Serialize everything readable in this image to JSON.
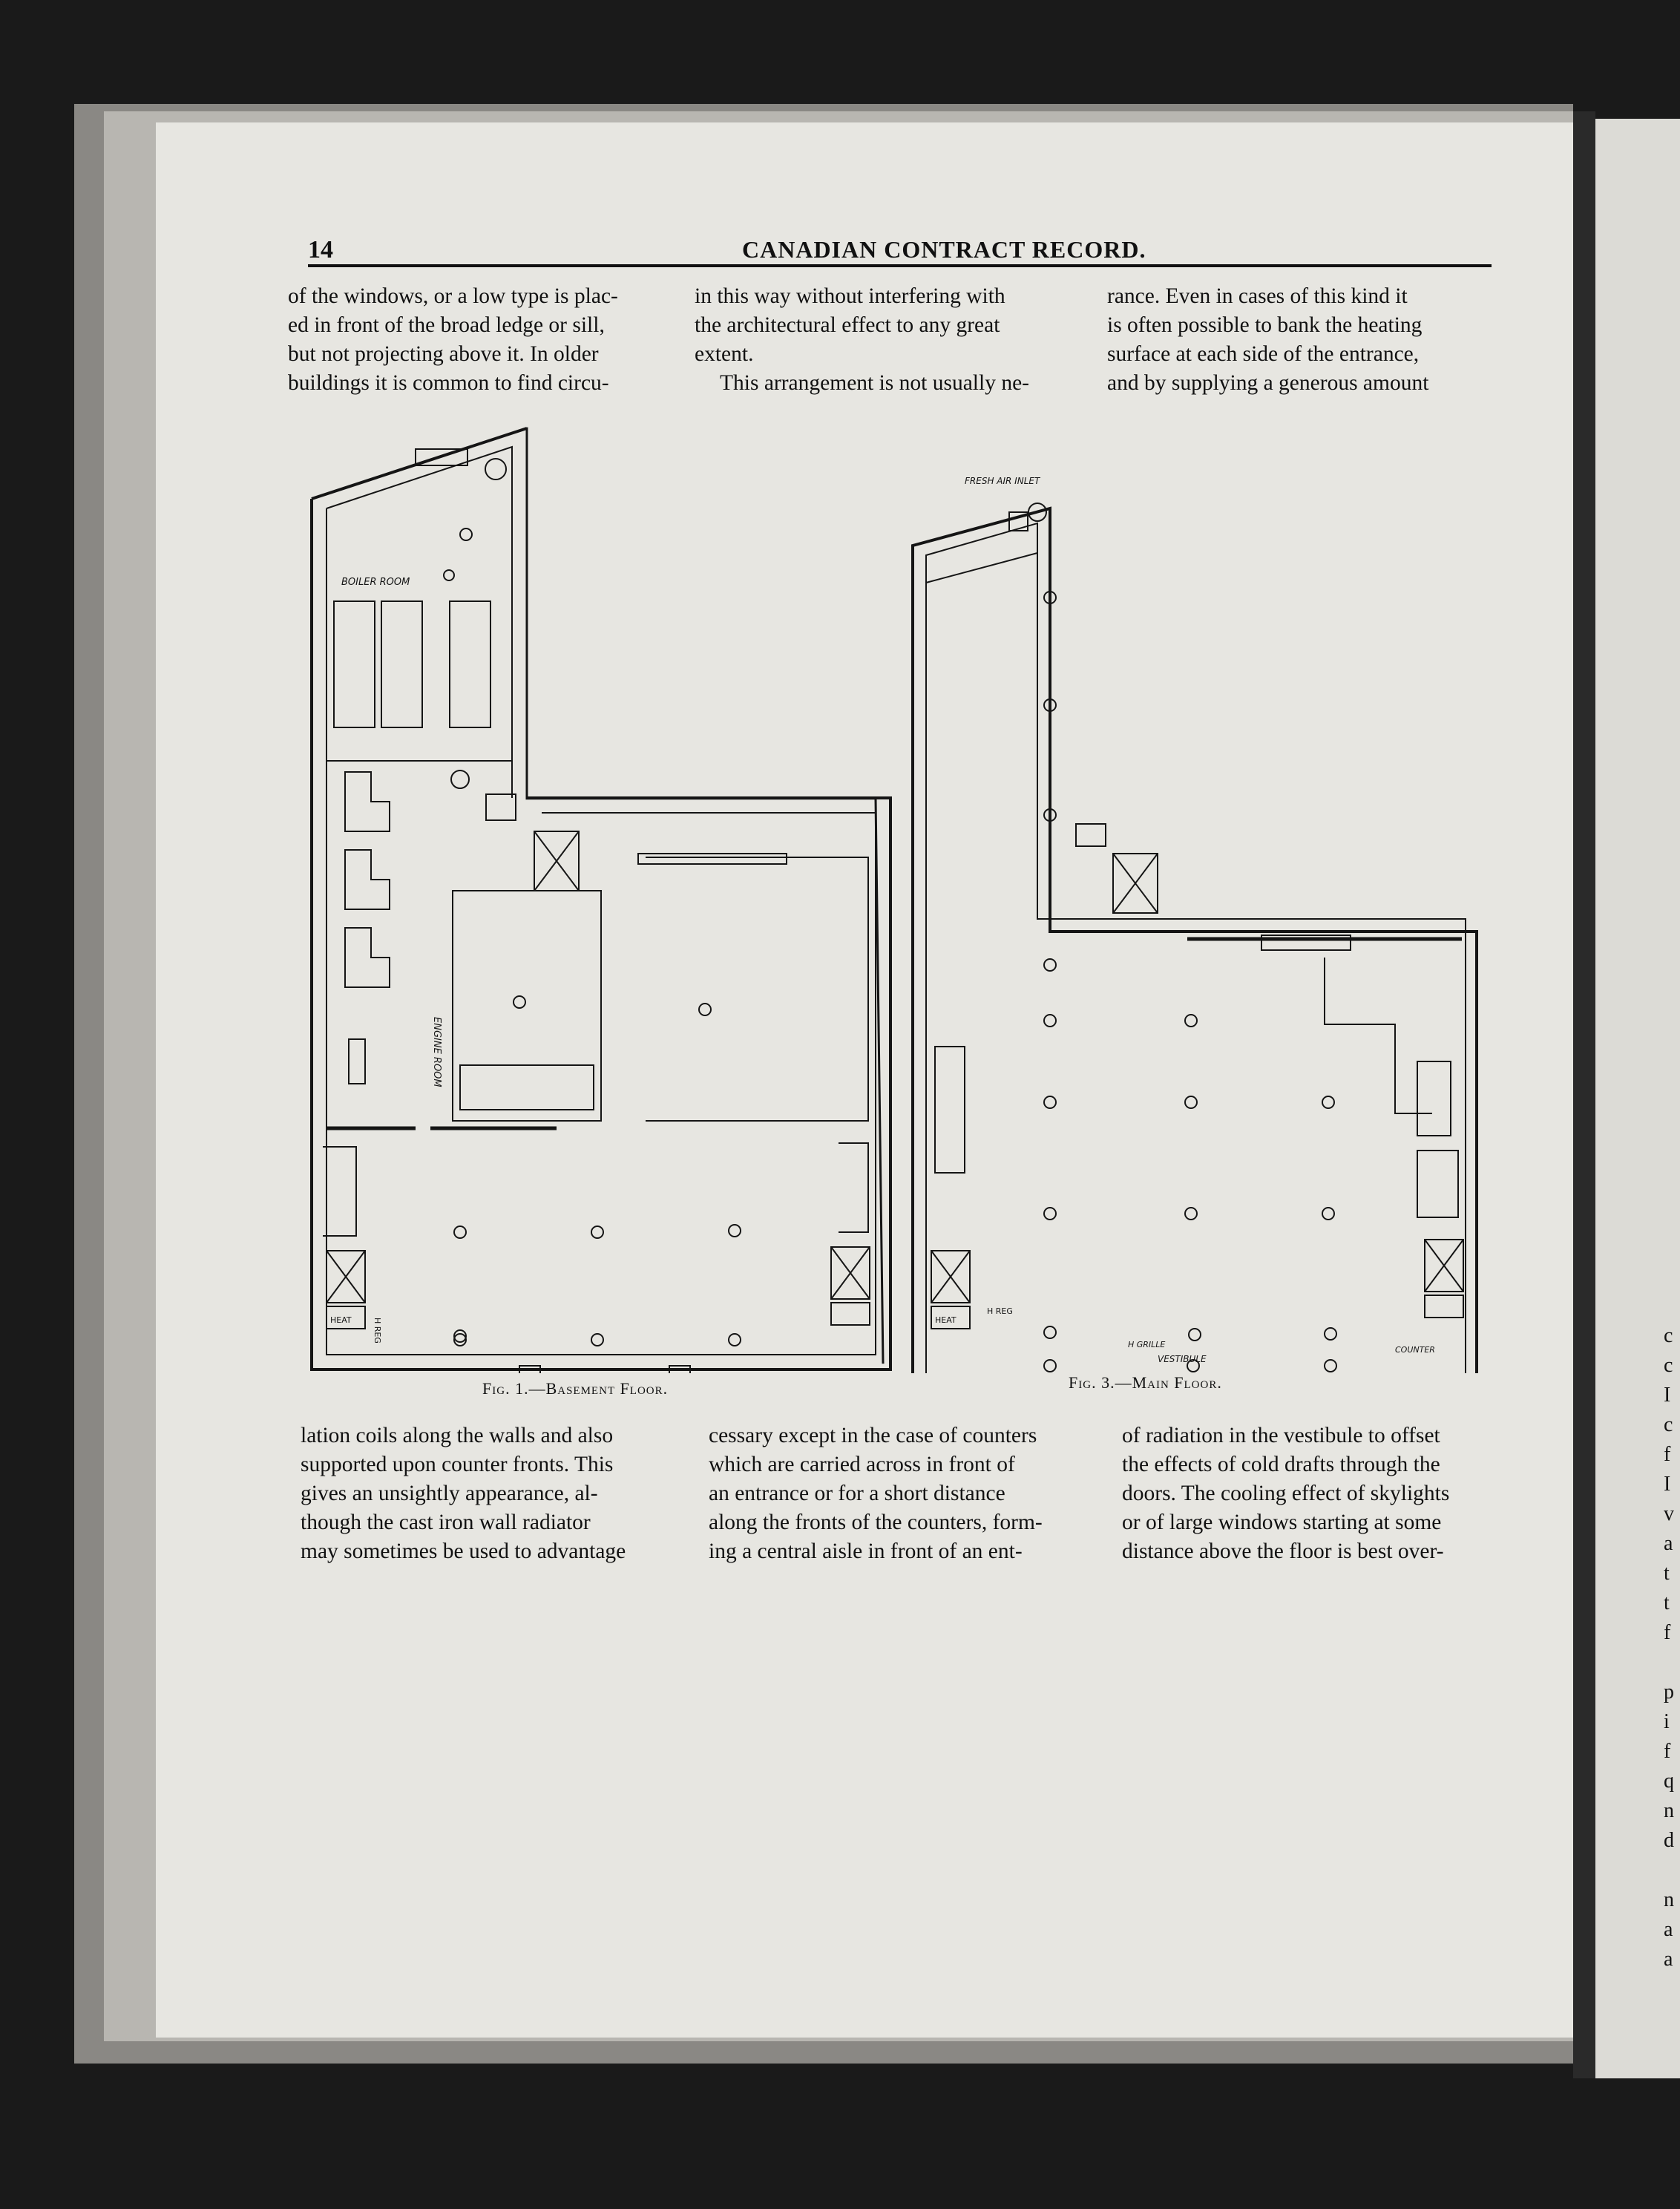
{
  "header": {
    "page_number": "14",
    "journal_title": "CANADIAN CONTRACT RECORD."
  },
  "top_text": {
    "col1": [
      "of the windows, or a low type is plac-",
      "ed in front of the broad ledge or sill,",
      "but not projecting above it. In older",
      "buildings it is common to find circu-"
    ],
    "col2": [
      "in this way without interfering with",
      "the architectural effect to any great",
      "extent."
    ],
    "col2_para": [
      "This arrangement is not usually ne-"
    ],
    "col3": [
      "rance. Even in cases of this kind it",
      "is often possible to bank the heating",
      "surface at each side of the entrance,",
      "and by supplying a generous amount"
    ]
  },
  "bottom_text": {
    "col1": [
      "lation coils along the walls and also",
      "supported upon counter fronts. This",
      "gives an unsightly appearance, al-",
      "though the cast iron wall radiator",
      "may sometimes be used to advantage"
    ],
    "col2": [
      "cessary except in the case of counters",
      "which are carried across in front of",
      "an entrance or for a short distance",
      "along the fronts of the counters, form-",
      "ing a central aisle in front of an ent-"
    ],
    "col3": [
      "of radiation in the vestibule to offset",
      "the effects of cold drafts through the",
      "doors. The cooling effect of skylights",
      "or of large windows starting at some",
      "distance above the floor is best over-"
    ]
  },
  "figures": {
    "fig1_caption": "Fig. 1.—Basement Floor.",
    "fig3_caption": "Fig. 3.—Main Floor.",
    "fig1_labels": {
      "boiler_room": "BOILER ROOM",
      "engine_room": "ENGINE ROOM",
      "heat": "HEAT",
      "h_reg": "H REG"
    },
    "fig3_labels": {
      "fresh_air_inlet": "FRESH AIR INLET",
      "heat": "HEAT",
      "h_reg": "H REG",
      "h_grille": "H GRILLE",
      "counter": "COUNTER",
      "vestibule": "VESTIBULE"
    }
  },
  "right_margin_letters": [
    "c",
    "c",
    "I",
    "c",
    "f",
    "I",
    "v",
    "a",
    "t",
    "t",
    "f",
    "",
    "p",
    "i",
    "f",
    "q",
    "n",
    "d",
    "",
    "n",
    "a",
    "a"
  ],
  "colors": {
    "paper": "#e7e6e1",
    "ink": "#111111",
    "background": "#1a1a1a"
  }
}
